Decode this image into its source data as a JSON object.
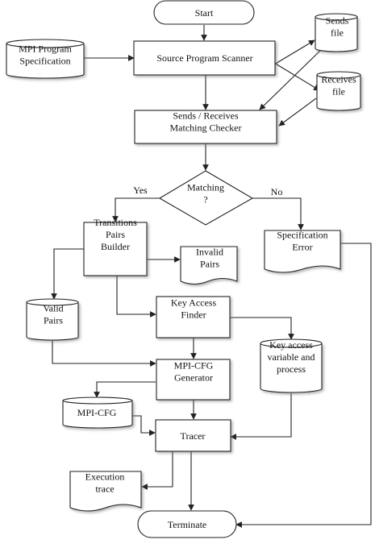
{
  "nodes": {
    "start": {
      "lines": [
        "Start"
      ]
    },
    "mpi_spec": {
      "lines": [
        "MPI Program",
        "Specification"
      ]
    },
    "scanner": {
      "lines": [
        "Source Program Scanner"
      ]
    },
    "sends_file": {
      "lines": [
        "Sends",
        "file"
      ]
    },
    "receives_file": {
      "lines": [
        "Receives",
        "file"
      ]
    },
    "matching_checker": {
      "lines": [
        "Sends / Receives",
        "Matching Checker"
      ]
    },
    "matching": {
      "lines": [
        "Matching",
        "?"
      ]
    },
    "transitions": {
      "lines": [
        "Transitions",
        "Pairs",
        "Builder"
      ]
    },
    "spec_error": {
      "lines": [
        "Specification",
        "Error"
      ]
    },
    "invalid_pairs": {
      "lines": [
        "Invalid",
        "Pairs"
      ]
    },
    "valid_pairs": {
      "lines": [
        "Valid",
        "Pairs"
      ]
    },
    "key_finder": {
      "lines": [
        "Key Access",
        "Finder"
      ]
    },
    "key_var": {
      "lines": [
        "Key access",
        "variable and",
        "process"
      ]
    },
    "cfg_gen": {
      "lines": [
        "MPI-CFG",
        "Generator"
      ]
    },
    "mpi_cfg": {
      "lines": [
        "MPI-CFG"
      ]
    },
    "tracer": {
      "lines": [
        "Tracer"
      ]
    },
    "exec_trace": {
      "lines": [
        "Execution",
        "trace"
      ]
    },
    "terminate": {
      "lines": [
        "Terminate"
      ]
    }
  },
  "edge_labels": {
    "yes": "Yes",
    "no": "No"
  }
}
